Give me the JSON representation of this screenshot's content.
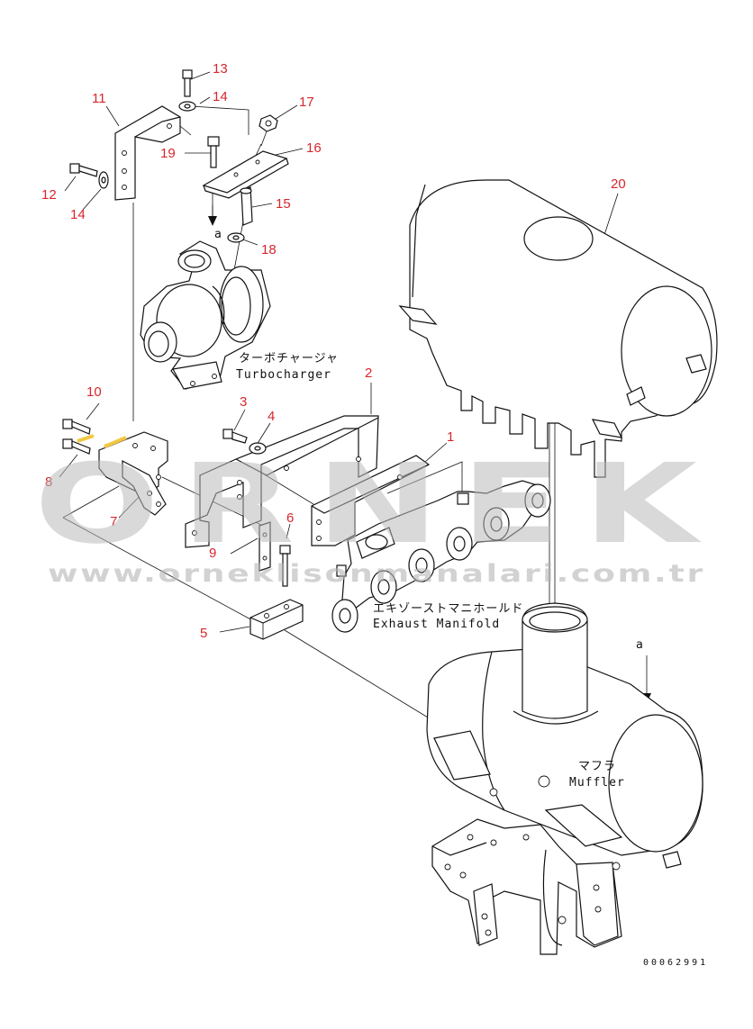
{
  "callouts": [
    {
      "id": "c13",
      "text": "13"
    },
    {
      "id": "c14a",
      "text": "14"
    },
    {
      "id": "c11",
      "text": "11"
    },
    {
      "id": "c17",
      "text": "17"
    },
    {
      "id": "c16",
      "text": "16"
    },
    {
      "id": "c19",
      "text": "19"
    },
    {
      "id": "c12",
      "text": "12"
    },
    {
      "id": "c14b",
      "text": "14"
    },
    {
      "id": "c15",
      "text": "15"
    },
    {
      "id": "c18",
      "text": "18"
    },
    {
      "id": "c20",
      "text": "20"
    },
    {
      "id": "c2",
      "text": "2"
    },
    {
      "id": "c10",
      "text": "10"
    },
    {
      "id": "c3",
      "text": "3"
    },
    {
      "id": "c4",
      "text": "4"
    },
    {
      "id": "c1",
      "text": "1"
    },
    {
      "id": "c8",
      "text": "8"
    },
    {
      "id": "c7",
      "text": "7"
    },
    {
      "id": "c6",
      "text": "6"
    },
    {
      "id": "c9",
      "text": "9"
    },
    {
      "id": "c5",
      "text": "5"
    }
  ],
  "refs": {
    "a_top": "a",
    "a_right": "a"
  },
  "labels": {
    "turbo_jp": "ターボチャージャ",
    "turbo_en": "Turbocharger",
    "manifold_jp": "エキゾーストマニホールド",
    "manifold_en": "Exhaust Manifold",
    "muffler_jp": "マフラ",
    "muffler_en": "Muffler"
  },
  "drawing_code": "00062991",
  "watermark": {
    "brand": "ORNEK",
    "url": "www.orneklisonmanalari.com.tr"
  },
  "colors": {
    "callout": "#d8262c",
    "line": "#111111",
    "watermark": "#b9b9b9",
    "accent": "#f2c744"
  }
}
